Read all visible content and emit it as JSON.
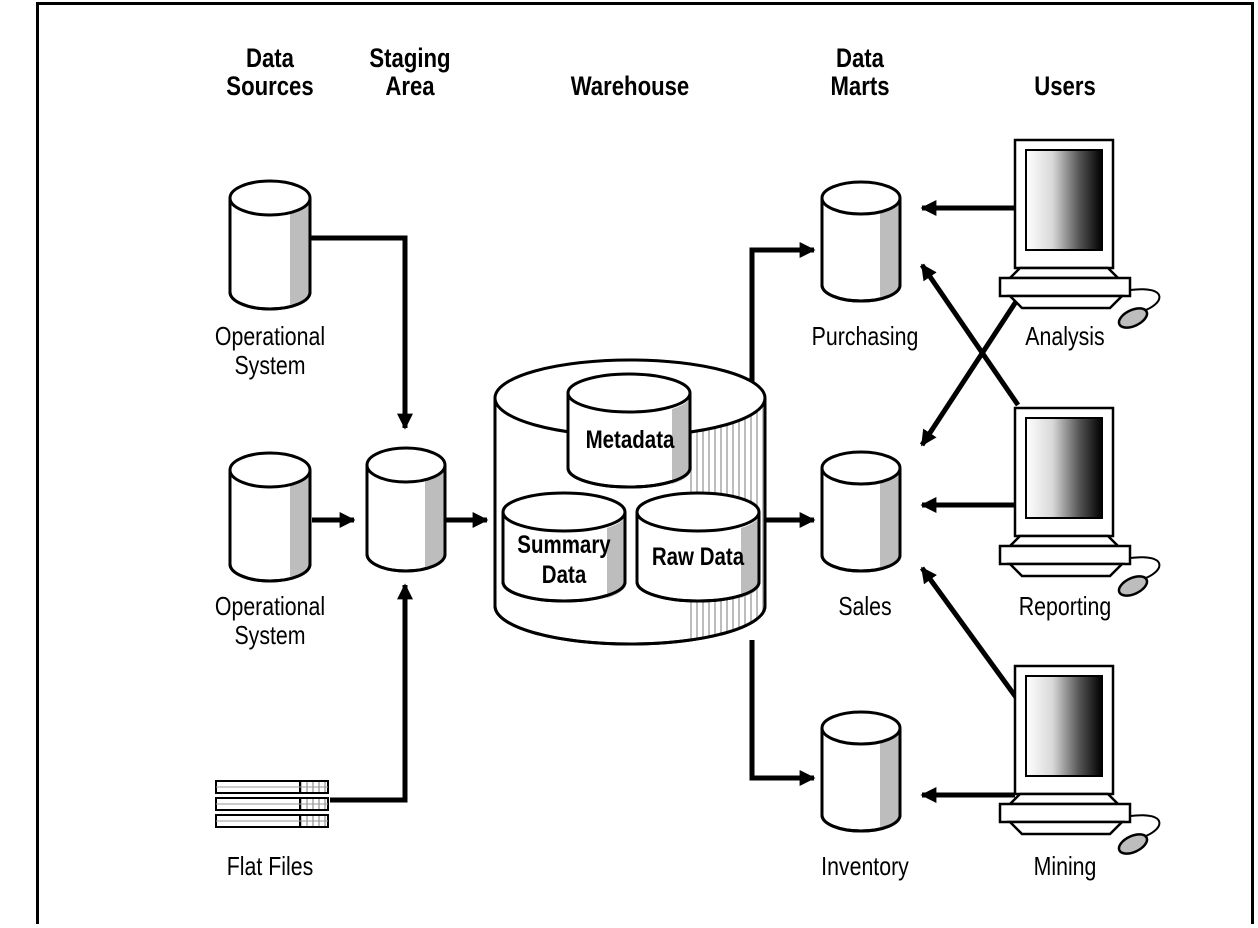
{
  "headers": {
    "data_sources": [
      "Data",
      "Sources"
    ],
    "staging_area": [
      "Staging",
      "Area"
    ],
    "warehouse": "Warehouse",
    "data_marts": [
      "Data",
      "Marts"
    ],
    "users": "Users"
  },
  "sources": {
    "operational_1": [
      "Operational",
      "System"
    ],
    "operational_2": [
      "Operational",
      "System"
    ],
    "flat_files": "Flat Files"
  },
  "warehouse": {
    "metadata": "Metadata",
    "summary": [
      "Summary",
      "Data"
    ],
    "raw": "Raw Data"
  },
  "marts": {
    "purchasing": "Purchasing",
    "sales": "Sales",
    "inventory": "Inventory"
  },
  "users": {
    "analysis": "Analysis",
    "reporting": "Reporting",
    "mining": "Mining"
  }
}
